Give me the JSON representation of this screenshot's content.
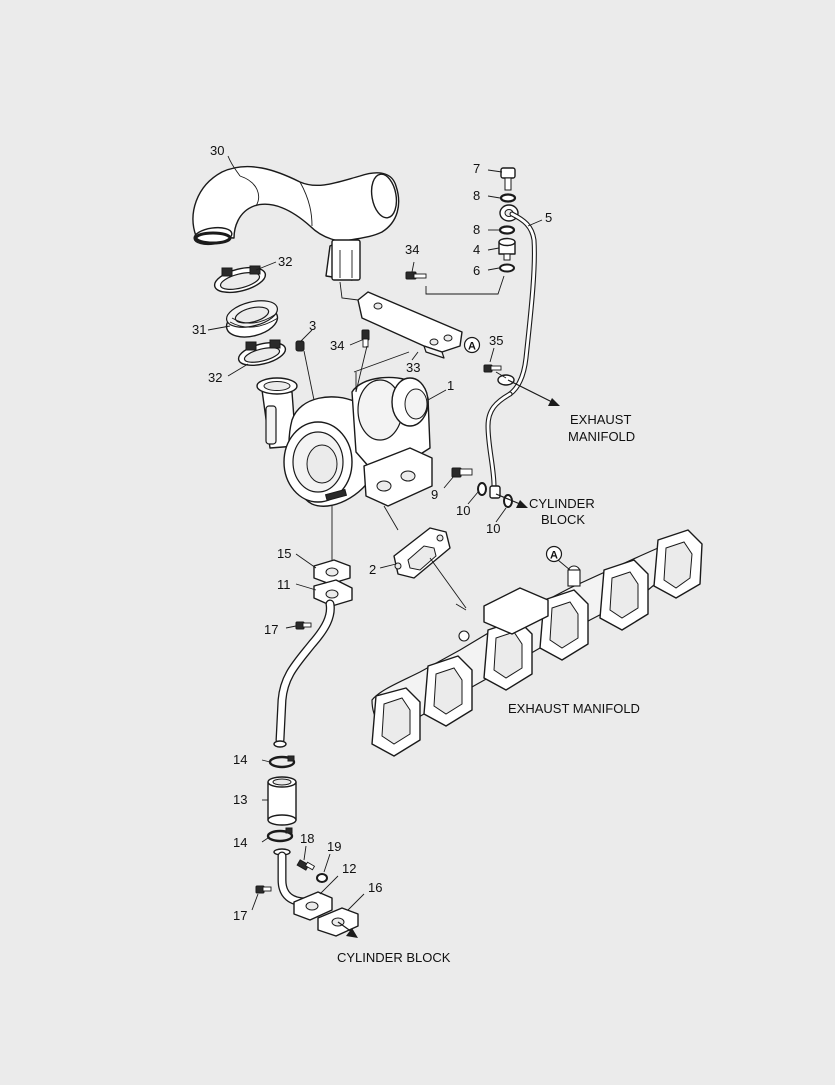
{
  "callouts": {
    "n1": "1",
    "n2": "2",
    "n3": "3",
    "n4": "4",
    "n5": "5",
    "n6": "6",
    "n7": "7",
    "n8a": "8",
    "n8b": "8",
    "n9": "9",
    "n10a": "10",
    "n10b": "10",
    "n11": "11",
    "n12": "12",
    "n13": "13",
    "n14a": "14",
    "n14b": "14",
    "n15": "15",
    "n16": "16",
    "n17a": "17",
    "n17b": "17",
    "n18": "18",
    "n19": "19",
    "n30": "30",
    "n31": "31",
    "n32a": "32",
    "n32b": "32",
    "n33": "33",
    "n34a": "34",
    "n34b": "34",
    "n35": "35"
  },
  "refs": {
    "a1": "A",
    "a2": "A"
  },
  "labels": {
    "exhaust_manifold_small_l1": "EXHAUST",
    "exhaust_manifold_small_l2": "MANIFOLD",
    "cylinder_block_small_l1": "CYLINDER",
    "cylinder_block_small_l2": "BLOCK",
    "exhaust_manifold_main": "EXHAUST MANIFOLD",
    "cylinder_block_bottom": "CYLINDER BLOCK"
  }
}
